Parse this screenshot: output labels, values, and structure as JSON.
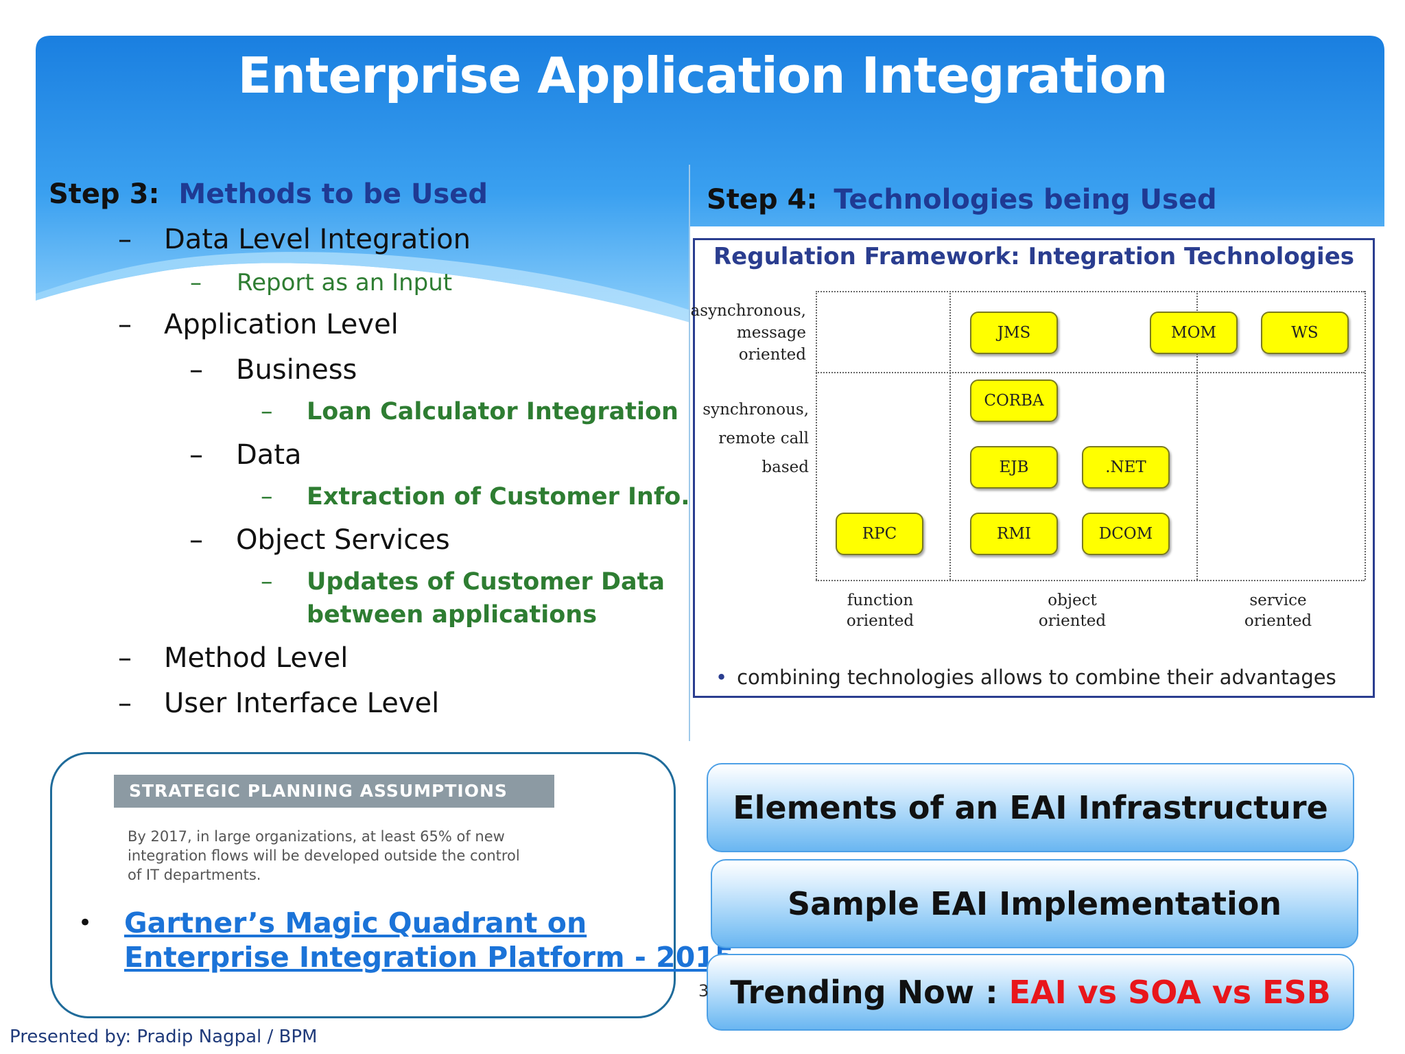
{
  "title": "Enterprise Application Integration",
  "step3": {
    "label": "Step 3:",
    "heading": "Methods to be Used",
    "items": [
      "Data Level Integration",
      "Report as an Input",
      "Application Level",
      "Business",
      "Loan Calculator Integration",
      "Data",
      "Extraction of Customer Info.",
      "Object Services",
      "Updates of Customer Data",
      "between applications",
      "Method Level",
      "User Interface Level"
    ],
    "dash": "–"
  },
  "step4": {
    "label": "Step 4:",
    "heading": "Technologies being Used"
  },
  "figure": {
    "title": "Regulation Framework: Integration Technologies",
    "row_labels": {
      "async": [
        "asynchronous,",
        "message",
        "oriented"
      ],
      "sync": [
        "synchronous,",
        "remote call",
        "based"
      ]
    },
    "col_labels": {
      "function": [
        "function",
        "oriented"
      ],
      "object": [
        "object",
        "oriented"
      ],
      "service": [
        "service",
        "oriented"
      ]
    },
    "techs": [
      "JMS",
      "MOM",
      "WS",
      "CORBA",
      "EJB",
      ".NET",
      "RPC",
      "RMI",
      "DCOM"
    ],
    "bullet": "combining technologies allows to combine their advantages",
    "bullet_symbol": "•"
  },
  "assumptions": {
    "header": "STRATEGIC PLANNING ASSUMPTIONS",
    "lines": [
      "By 2017, in large organizations, at least 65% of new",
      "integration flows will be developed outside the control",
      "of IT departments."
    ],
    "bullet": "•",
    "link_lines": [
      "Gartner’s Magic Quadrant on",
      "Enterprise Integration Platform - 2015"
    ]
  },
  "buttons": {
    "elements": "Elements of an EAI Infrastructure",
    "sample": "Sample EAI Implementation",
    "trending_prefix": "Trending Now : ",
    "trending_highlight": "EAI vs SOA vs ESB"
  },
  "page_number": "3",
  "footer": "Presented by: Pradip Nagpal / BPM",
  "colors": {
    "header_blue": "#1e88e5",
    "heading_navy": "#1f3a93",
    "green": "#2e7d32",
    "tech_yellow": "#ffff00",
    "link_blue": "#1b73d8",
    "highlight_red": "#e8161b"
  }
}
